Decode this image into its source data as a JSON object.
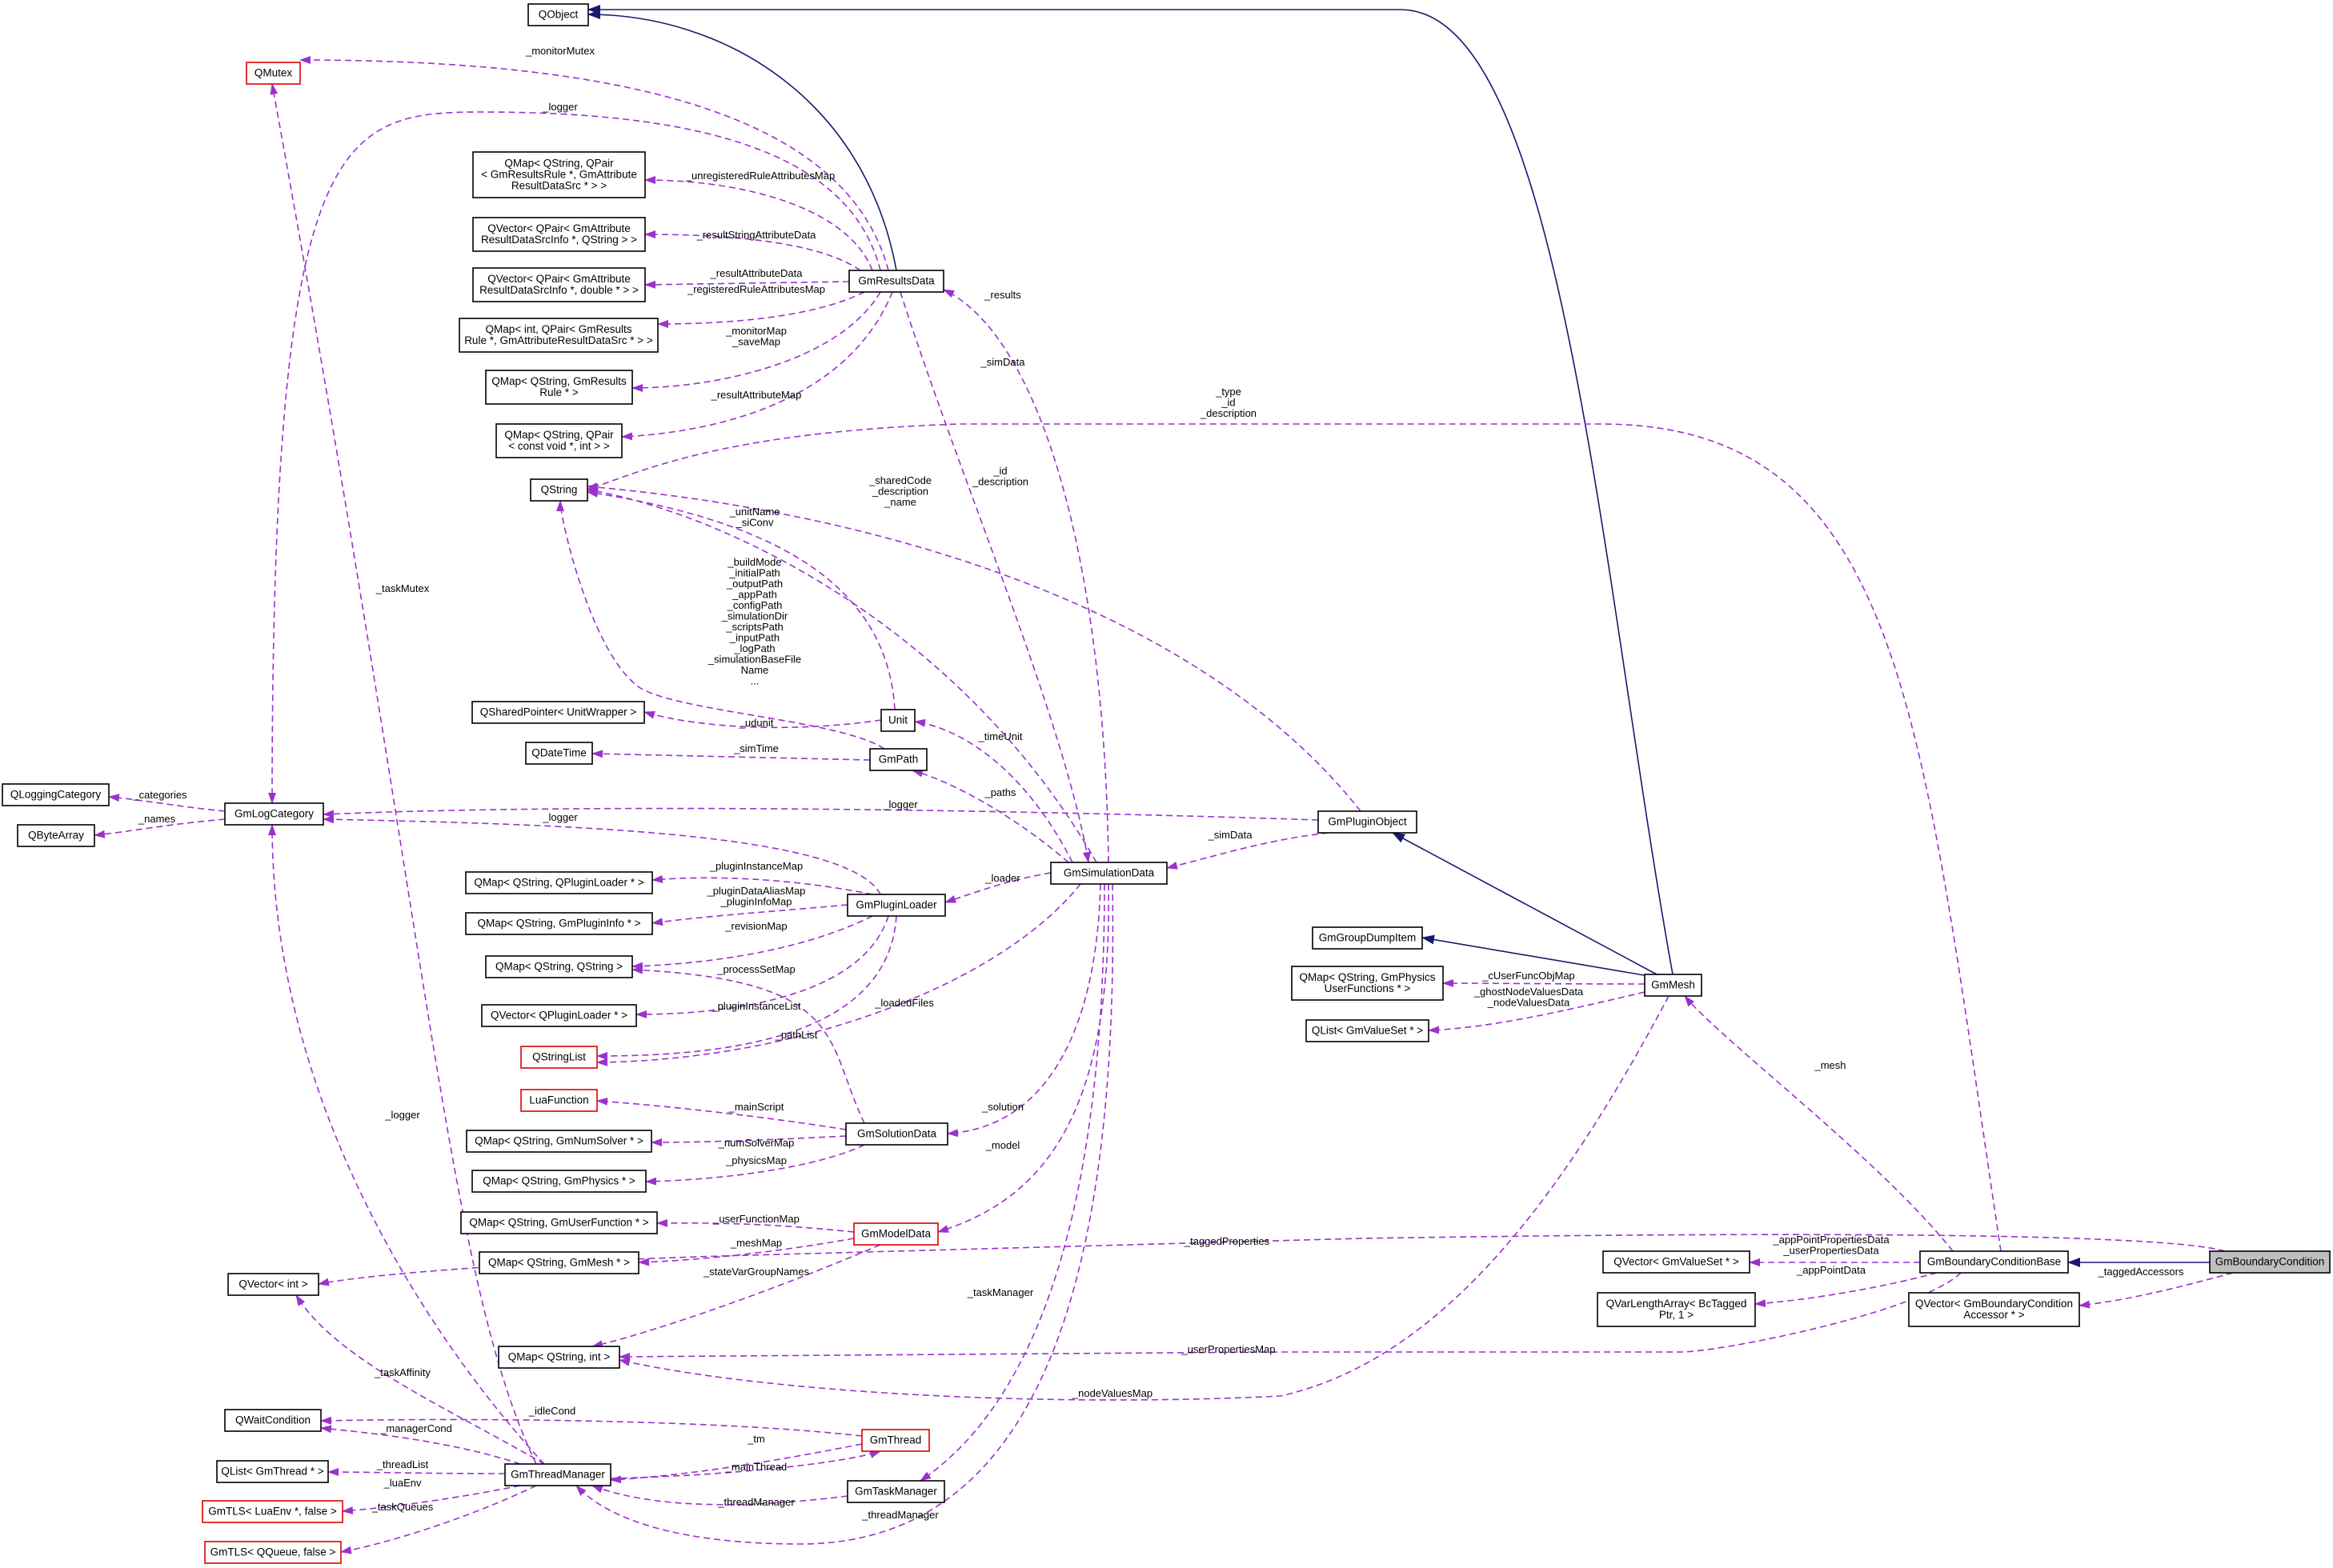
{
  "diagram": {
    "nodes": [
      {
        "id": "QObject",
        "lines": [
          "QObject"
        ],
        "style": "normal"
      },
      {
        "id": "QMutex",
        "lines": [
          "QMutex"
        ],
        "style": "red"
      },
      {
        "id": "QMap1",
        "lines": [
          "QMap< QString, QPair",
          "< GmResultsRule *, GmAttribute",
          "ResultDataSrc * > >"
        ],
        "style": "normal"
      },
      {
        "id": "QVec1",
        "lines": [
          "QVector< QPair< GmAttribute",
          "ResultDataSrcInfo *, QString > >"
        ],
        "style": "normal"
      },
      {
        "id": "QVec2",
        "lines": [
          "QVector< QPair< GmAttribute",
          "ResultDataSrcInfo *, double * > >"
        ],
        "style": "normal"
      },
      {
        "id": "QMapInt",
        "lines": [
          "QMap< int, QPair< GmResults",
          "Rule *, GmAttributeResultDataSrc * > >"
        ],
        "style": "normal"
      },
      {
        "id": "QMapRule",
        "lines": [
          "QMap< QString, GmResults",
          "Rule * >"
        ],
        "style": "normal"
      },
      {
        "id": "QMapVoid",
        "lines": [
          "QMap< QString, QPair",
          "< const void *, int > >"
        ],
        "style": "normal"
      },
      {
        "id": "GmResultsData",
        "lines": [
          "GmResultsData"
        ],
        "style": "normal"
      },
      {
        "id": "QString",
        "lines": [
          "QString"
        ],
        "style": "normal"
      },
      {
        "id": "QSharedPointer",
        "lines": [
          "QSharedPointer< UnitWrapper >"
        ],
        "style": "normal"
      },
      {
        "id": "Unit",
        "lines": [
          "Unit"
        ],
        "style": "normal"
      },
      {
        "id": "QDateTime",
        "lines": [
          "QDateTime"
        ],
        "style": "normal"
      },
      {
        "id": "GmPath",
        "lines": [
          "GmPath"
        ],
        "style": "normal"
      },
      {
        "id": "QLoggingCategory",
        "lines": [
          "QLoggingCategory"
        ],
        "style": "normal"
      },
      {
        "id": "QByteArray",
        "lines": [
          "QByteArray"
        ],
        "style": "normal"
      },
      {
        "id": "GmLogCategory",
        "lines": [
          "GmLogCategory"
        ],
        "style": "normal"
      },
      {
        "id": "GmPluginObject",
        "lines": [
          "GmPluginObject"
        ],
        "style": "normal"
      },
      {
        "id": "GmSimulationData",
        "lines": [
          "GmSimulationData"
        ],
        "style": "normal"
      },
      {
        "id": "QMapPluginLoader",
        "lines": [
          "QMap< QString, QPluginLoader * >"
        ],
        "style": "normal"
      },
      {
        "id": "QMapPluginInfo",
        "lines": [
          "QMap< QString, GmPluginInfo * >"
        ],
        "style": "normal"
      },
      {
        "id": "GmPluginLoader",
        "lines": [
          "GmPluginLoader"
        ],
        "style": "normal"
      },
      {
        "id": "QMapStrStr",
        "lines": [
          "QMap< QString, QString >"
        ],
        "style": "normal"
      },
      {
        "id": "QVecPluginLoader",
        "lines": [
          "QVector< QPluginLoader * >"
        ],
        "style": "normal"
      },
      {
        "id": "QStringList",
        "lines": [
          "QStringList"
        ],
        "style": "red"
      },
      {
        "id": "LuaFunction",
        "lines": [
          "LuaFunction"
        ],
        "style": "red"
      },
      {
        "id": "QMapNumSolver",
        "lines": [
          "QMap< QString, GmNumSolver * >"
        ],
        "style": "normal"
      },
      {
        "id": "GmSolutionData",
        "lines": [
          "GmSolutionData"
        ],
        "style": "normal"
      },
      {
        "id": "QMapPhysics",
        "lines": [
          "QMap< QString, GmPhysics * >"
        ],
        "style": "normal"
      },
      {
        "id": "QMapUserFunc",
        "lines": [
          "QMap< QString, GmUserFunction * >"
        ],
        "style": "normal"
      },
      {
        "id": "GmModelData",
        "lines": [
          "GmModelData"
        ],
        "style": "red"
      },
      {
        "id": "QMapMesh",
        "lines": [
          "QMap< QString, GmMesh * >"
        ],
        "style": "normal"
      },
      {
        "id": "QVecInt",
        "lines": [
          "QVector< int >"
        ],
        "style": "normal"
      },
      {
        "id": "QMapStrInt",
        "lines": [
          "QMap< QString, int >"
        ],
        "style": "normal"
      },
      {
        "id": "QWaitCondition",
        "lines": [
          "QWaitCondition"
        ],
        "style": "normal"
      },
      {
        "id": "GmThread",
        "lines": [
          "GmThread"
        ],
        "style": "red"
      },
      {
        "id": "QListThread",
        "lines": [
          "QList< GmThread * >"
        ],
        "style": "normal"
      },
      {
        "id": "GmThreadManager",
        "lines": [
          "GmThreadManager"
        ],
        "style": "normal"
      },
      {
        "id": "GmTaskManager",
        "lines": [
          "GmTaskManager"
        ],
        "style": "normal"
      },
      {
        "id": "GmTLSLua",
        "lines": [
          "GmTLS< LuaEnv *, false >"
        ],
        "style": "red"
      },
      {
        "id": "GmTLSQueue",
        "lines": [
          "GmTLS< QQueue, false >"
        ],
        "style": "red"
      },
      {
        "id": "GmGroupDumpItem",
        "lines": [
          "GmGroupDumpItem"
        ],
        "style": "normal"
      },
      {
        "id": "QMapPhysUF",
        "lines": [
          "QMap< QString, GmPhysics",
          "UserFunctions * >"
        ],
        "style": "normal"
      },
      {
        "id": "GmMesh",
        "lines": [
          "GmMesh"
        ],
        "style": "normal"
      },
      {
        "id": "QListValueSet",
        "lines": [
          "QList< GmValueSet * >"
        ],
        "style": "normal"
      },
      {
        "id": "QVecValueSet",
        "lines": [
          "QVector< GmValueSet * >"
        ],
        "style": "normal"
      },
      {
        "id": "GmBCBase",
        "lines": [
          "GmBoundaryConditionBase"
        ],
        "style": "normal"
      },
      {
        "id": "GmBC",
        "lines": [
          "GmBoundaryCondition"
        ],
        "style": "gray"
      },
      {
        "id": "QVarLength",
        "lines": [
          "QVarLengthArray< BcTagged",
          "Ptr, 1 >"
        ],
        "style": "normal"
      },
      {
        "id": "QVecAccessor",
        "lines": [
          "QVector< GmBoundaryCondition",
          "Accessor * >"
        ],
        "style": "normal"
      }
    ],
    "edges": [
      {
        "from": "GmResultsData",
        "to": "QObject",
        "kind": "inherit",
        "label": []
      },
      {
        "from": "GmMesh",
        "to": "QObject",
        "kind": "inherit",
        "label": []
      },
      {
        "from": "GmMesh",
        "to": "GmPluginObject",
        "kind": "inherit",
        "label": []
      },
      {
        "from": "GmMesh",
        "to": "GmGroupDumpItem",
        "kind": "inherit",
        "label": []
      },
      {
        "from": "GmBC",
        "to": "GmBCBase",
        "kind": "inherit",
        "label": []
      },
      {
        "from": "GmResultsData",
        "to": "QMutex",
        "kind": "usage",
        "label": [
          "_monitorMutex"
        ]
      },
      {
        "from": "GmResultsData",
        "to": "GmLogCategory",
        "kind": "usage",
        "label": [
          "_logger"
        ]
      },
      {
        "from": "GmResultsData",
        "to": "QMap1",
        "kind": "usage",
        "label": [
          "_unregisteredRuleAttributesMap"
        ]
      },
      {
        "from": "GmResultsData",
        "to": "QVec1",
        "kind": "usage",
        "label": [
          "_resultStringAttributeData"
        ]
      },
      {
        "from": "GmResultsData",
        "to": "QVec2",
        "kind": "usage",
        "label": [
          "_resultAttributeData"
        ]
      },
      {
        "from": "GmResultsData",
        "to": "QMapInt",
        "kind": "usage",
        "label": [
          "_registeredRuleAttributesMap"
        ]
      },
      {
        "from": "GmResultsData",
        "to": "QMapRule",
        "kind": "usage",
        "label": [
          "_monitorMap",
          "_saveMap"
        ]
      },
      {
        "from": "GmResultsData",
        "to": "QMapVoid",
        "kind": "usage",
        "label": [
          "_resultAttributeMap"
        ]
      },
      {
        "from": "GmSimulationData",
        "to": "GmResultsData",
        "kind": "usage",
        "label": [
          "_results"
        ]
      },
      {
        "from": "GmResultsData",
        "to": "GmSimulationData",
        "kind": "usage",
        "label": [
          "_simData"
        ]
      },
      {
        "from": "GmBCBase",
        "to": "QString",
        "kind": "usage",
        "label": [
          "_type",
          "_id",
          "_description"
        ]
      },
      {
        "from": "GmPluginObject",
        "to": "QString",
        "kind": "usage",
        "label": [
          "_id",
          "_description"
        ]
      },
      {
        "from": "GmSimulationData",
        "to": "QString",
        "kind": "usage",
        "label": [
          "_sharedCode",
          "_description",
          "_name"
        ]
      },
      {
        "from": "Unit",
        "to": "QString",
        "kind": "usage",
        "label": [
          "_unitName",
          "_siConv"
        ]
      },
      {
        "from": "GmPath",
        "to": "QString",
        "kind": "usage",
        "label": [
          "_buildMode",
          "_initialPath",
          "_outputPath",
          "_appPath",
          "_configPath",
          "_simulationDir",
          "_scriptsPath",
          "_inputPath",
          "_logPath",
          "_simulationBaseFile",
          "Name",
          "..."
        ]
      },
      {
        "from": "Unit",
        "to": "QSharedPointer",
        "kind": "usage",
        "label": [
          "_udunit"
        ]
      },
      {
        "from": "GmSimulationData",
        "to": "Unit",
        "kind": "usage",
        "label": [
          "_timeUnit"
        ]
      },
      {
        "from": "GmPath",
        "to": "QDateTime",
        "kind": "usage",
        "label": [
          "_simTime"
        ]
      },
      {
        "from": "GmSimulationData",
        "to": "GmPath",
        "kind": "usage",
        "label": [
          "_paths"
        ]
      },
      {
        "from": "GmLogCategory",
        "to": "QLoggingCategory",
        "kind": "usage",
        "label": [
          "_categories"
        ]
      },
      {
        "from": "GmLogCategory",
        "to": "QByteArray",
        "kind": "usage",
        "label": [
          "_names"
        ]
      },
      {
        "from": "GmPluginObject",
        "to": "GmLogCategory",
        "kind": "usage",
        "label": [
          "_logger"
        ]
      },
      {
        "from": "GmPluginLoader",
        "to": "GmLogCategory",
        "kind": "usage",
        "label": [
          "_logger"
        ]
      },
      {
        "from": "GmThreadManager",
        "to": "GmLogCategory",
        "kind": "usage",
        "label": [
          "_logger"
        ]
      },
      {
        "from": "GmPluginObject",
        "to": "GmSimulationData",
        "kind": "usage",
        "label": [
          "_simData"
        ]
      },
      {
        "from": "GmSimulationData",
        "to": "GmPluginLoader",
        "kind": "usage",
        "label": [
          "_loader"
        ]
      },
      {
        "from": "GmPluginLoader",
        "to": "QMapPluginLoader",
        "kind": "usage",
        "label": [
          "_pluginInstanceMap"
        ]
      },
      {
        "from": "GmPluginLoader",
        "to": "QMapPluginInfo",
        "kind": "usage",
        "label": [
          "_pluginDataAliasMap",
          "_pluginInfoMap"
        ]
      },
      {
        "from": "GmPluginLoader",
        "to": "QMapStrStr",
        "kind": "usage",
        "label": [
          "_revisionMap"
        ]
      },
      {
        "from": "GmSolutionData",
        "to": "QMapStrStr",
        "kind": "usage",
        "label": [
          "_processSetMap"
        ]
      },
      {
        "from": "GmPluginLoader",
        "to": "QVecPluginLoader",
        "kind": "usage",
        "label": [
          "_pluginInstanceList"
        ]
      },
      {
        "from": "GmPluginLoader",
        "to": "QStringList",
        "kind": "usage",
        "label": [
          "_pathList"
        ]
      },
      {
        "from": "GmSimulationData",
        "to": "QStringList",
        "kind": "usage",
        "label": [
          "_loadedFiles"
        ]
      },
      {
        "from": "GmSolutionData",
        "to": "LuaFunction",
        "kind": "usage",
        "label": [
          "_mainScript"
        ]
      },
      {
        "from": "GmSolutionData",
        "to": "QMapNumSolver",
        "kind": "usage",
        "label": [
          "_numSolverMap"
        ]
      },
      {
        "from": "GmSolutionData",
        "to": "QMapPhysics",
        "kind": "usage",
        "label": [
          "_physicsMap"
        ]
      },
      {
        "from": "GmSimulationData",
        "to": "GmSolutionData",
        "kind": "usage",
        "label": [
          "_solution"
        ]
      },
      {
        "from": "GmSimulationData",
        "to": "GmModelData",
        "kind": "usage",
        "label": [
          "_model"
        ]
      },
      {
        "from": "GmModelData",
        "to": "QMapUserFunc",
        "kind": "usage",
        "label": [
          "_userFunctionMap"
        ]
      },
      {
        "from": "GmModelData",
        "to": "QMapMesh",
        "kind": "usage",
        "label": [
          "_meshMap"
        ]
      },
      {
        "from": "GmModelData",
        "to": "QMapStrInt",
        "kind": "usage",
        "label": [
          "_stateVarGroupNames"
        ]
      },
      {
        "from": "GmBC",
        "to": "QVecInt",
        "kind": "usage",
        "label": [
          "_taggedProperties"
        ]
      },
      {
        "from": "GmThreadManager",
        "to": "QVecInt",
        "kind": "usage",
        "label": [
          "_taskAffinity"
        ]
      },
      {
        "from": "GmBCBase",
        "to": "QMapStrInt",
        "kind": "usage",
        "label": [
          "_userPropertiesMap"
        ]
      },
      {
        "from": "GmMesh",
        "to": "QMapStrInt",
        "kind": "usage",
        "label": [
          "_nodeValuesMap"
        ]
      },
      {
        "from": "GmThread",
        "to": "QWaitCondition",
        "kind": "usage",
        "label": [
          "_idleCond"
        ]
      },
      {
        "from": "GmThreadManager",
        "to": "QWaitCondition",
        "kind": "usage",
        "label": [
          "_managerCond"
        ]
      },
      {
        "from": "GmThreadManager",
        "to": "QListThread",
        "kind": "usage",
        "label": [
          "_threadList"
        ]
      },
      {
        "from": "GmThreadManager",
        "to": "GmThread",
        "kind": "usage",
        "label": [
          "_mainThread"
        ]
      },
      {
        "from": "GmThread",
        "to": "GmThreadManager",
        "kind": "usage",
        "label": [
          "_tm"
        ]
      },
      {
        "from": "GmThreadManager",
        "to": "GmTLSLua",
        "kind": "usage",
        "label": [
          "_luaEnv"
        ]
      },
      {
        "from": "GmThreadManager",
        "to": "GmTLSQueue",
        "kind": "usage",
        "label": [
          "_taskQueues"
        ]
      },
      {
        "from": "GmThreadManager",
        "to": "QMutex",
        "kind": "usage",
        "label": [
          "_taskMutex"
        ]
      },
      {
        "from": "GmTaskManager",
        "to": "GmThreadManager",
        "kind": "usage",
        "label": [
          "_threadManager"
        ]
      },
      {
        "from": "GmSimulationData",
        "to": "GmThreadManager",
        "kind": "usage",
        "label": [
          "_threadManager"
        ]
      },
      {
        "from": "GmSimulationData",
        "to": "GmTaskManager",
        "kind": "usage",
        "label": [
          "_taskManager"
        ]
      },
      {
        "from": "GmMesh",
        "to": "QMapPhysUF",
        "kind": "usage",
        "label": [
          "_cUserFuncObjMap"
        ]
      },
      {
        "from": "GmMesh",
        "to": "QListValueSet",
        "kind": "usage",
        "label": [
          "_ghostNodeValuesData",
          "_nodeValuesData"
        ]
      },
      {
        "from": "GmBCBase",
        "to": "GmMesh",
        "kind": "usage",
        "label": [
          "_mesh"
        ]
      },
      {
        "from": "GmBCBase",
        "to": "QVecValueSet",
        "kind": "usage",
        "label": [
          "_appPointPropertiesData",
          "_userPropertiesData"
        ]
      },
      {
        "from": "GmBCBase",
        "to": "QVarLength",
        "kind": "usage",
        "label": [
          "_appPointData"
        ]
      },
      {
        "from": "GmBC",
        "to": "QVecAccessor",
        "kind": "usage",
        "label": [
          "_taggedAccessors"
        ]
      }
    ]
  }
}
